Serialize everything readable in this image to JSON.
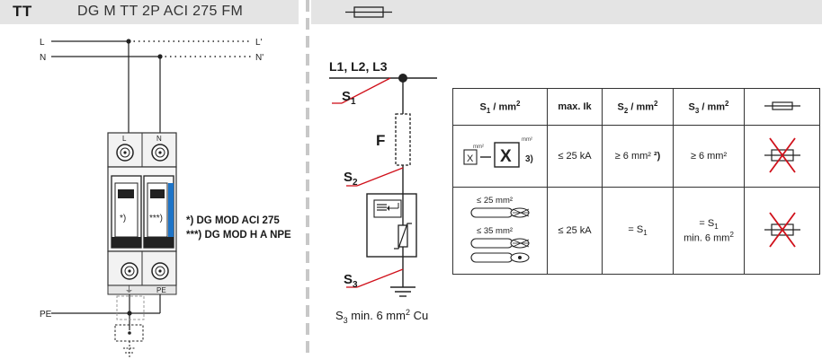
{
  "header": {
    "system": "TT",
    "product": "DG M TT 2P ACI 275 FM"
  },
  "left_diagram": {
    "line_L": "L",
    "line_N": "N",
    "line_L_out": "L'",
    "line_N_out": "N'",
    "term_L": "L",
    "term_N": "N",
    "term_PE_ground": "⏚",
    "term_PE": "PE",
    "pe_label": "PE",
    "module1_mark": "*)",
    "module2_mark": "***)",
    "note1": "*) DG MOD ACI 275",
    "note2": "***) DG MOD H A NPE"
  },
  "right_diagram": {
    "phases": "L1, L2, L3",
    "s1": "S",
    "s1_sub": "1",
    "fuse": "F",
    "s2": "S",
    "s2_sub": "2",
    "s3": "S",
    "s3_sub": "3",
    "s3_note_prefix": "S",
    "s3_note_sub": "3",
    "s3_note_mid": " min. 6 mm",
    "s3_note_sup": "2",
    "s3_note_suffix": " Cu"
  },
  "table": {
    "h1_main": "S",
    "h1_sub": "1",
    "h1_unit": " / mm",
    "h1_sup": "2",
    "h2": "max. Ik",
    "h3_main": "S",
    "h3_sub": "2",
    "h3_unit": " / mm",
    "h3_sup": "2",
    "h4_main": "S",
    "h4_sub": "3",
    "h4_unit": " / mm",
    "h4_sup": "2",
    "r1_small_x": "X",
    "r1_big_x": "X",
    "r1_unit_small": "mm²",
    "r1_unit_big": "mm²",
    "r1_note": "3)",
    "r1_ik": "≤ 25 kA",
    "r1_s2": "≥ 6 mm²",
    "r1_s2_note": "²)",
    "r1_s3": "≥ 6 mm²",
    "r2_cable1": "≤ 25 mm²",
    "r2_cable2": "≤ 35 mm²",
    "r2_ik": "≤ 25 kA",
    "r2_s2": "= S",
    "r2_s2_sub": "1",
    "r2_s3_line1": "= S",
    "r2_s3_line1_sub": "1",
    "r2_s3_line2": "min. 6 mm",
    "r2_s3_line2_sup": "2"
  },
  "colors": {
    "header_bg": "#e4e4e4",
    "red": "#d0101a",
    "blue_stripe": "#1e74c7",
    "module_fill": "#f3f3f3",
    "module_dark": "#222222"
  }
}
